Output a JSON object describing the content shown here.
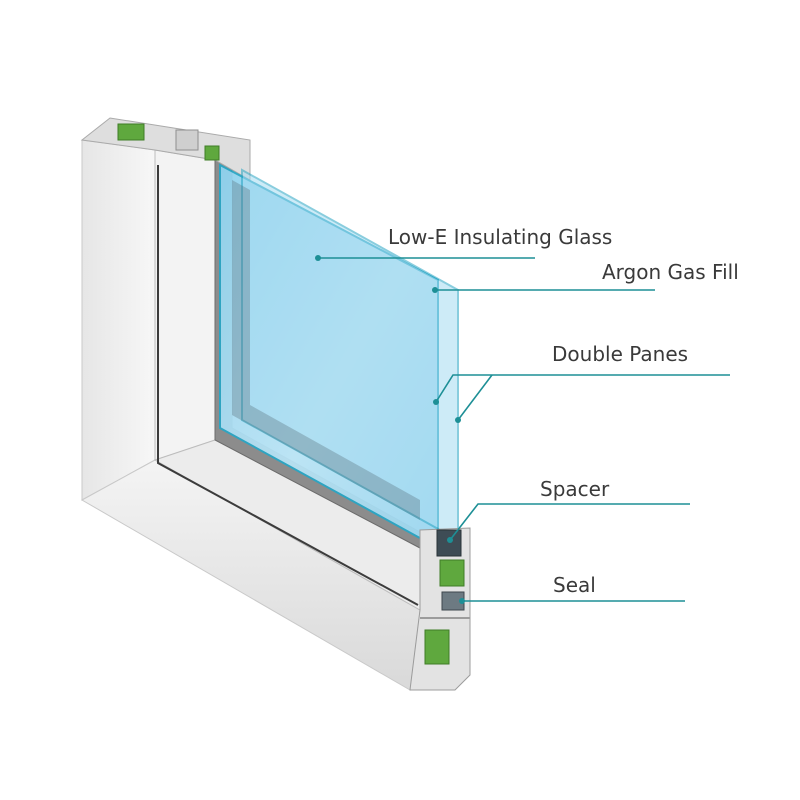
{
  "diagram": {
    "labels": {
      "low_e_glass": "Low-E Insulating Glass",
      "argon_gas": "Argon Gas Fill",
      "double_panes": "Double Panes",
      "spacer": "Spacer",
      "seal": "Seal"
    },
    "colors": {
      "background": "#ffffff",
      "frame_front": "#f1f1f1",
      "frame_side": "#d4d4d4",
      "frame_shadow": "#b8b8b8",
      "glass": "#a9dbf1",
      "glass_edge": "#2aa6c4",
      "leader_line": "#1d8f96",
      "insulation": "#5fa83e",
      "text": "#3a3a3a"
    }
  }
}
